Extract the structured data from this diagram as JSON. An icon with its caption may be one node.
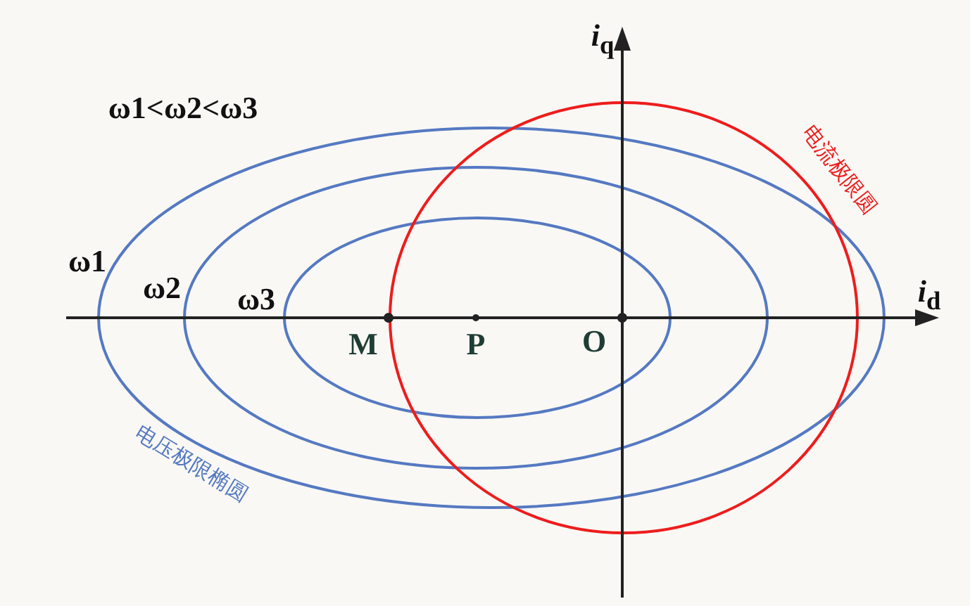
{
  "diagram": {
    "labels": [
      "*i*$_{q}$",
      "ω1<ω2<ω3",
      "电流极限圆",
      "ω1",
      "ω2",
      "ω3",
      "*i*$_{d}$",
      "M",
      "P",
      "O",
      "电压极限椭圆"
    ]
  }
}
